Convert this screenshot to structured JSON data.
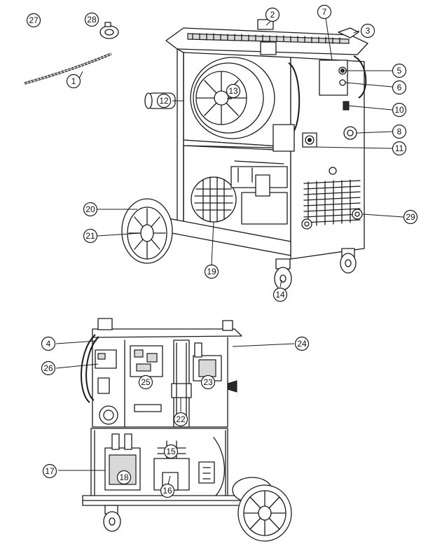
{
  "callouts": {
    "c1": "1",
    "c2": "2",
    "c3": "3",
    "c4": "4",
    "c5": "5",
    "c6": "6",
    "c7": "7",
    "c8": "8",
    "c10": "10",
    "c11": "11",
    "c12": "12",
    "c13": "13",
    "c14": "14",
    "c15": "15",
    "c16": "16",
    "c17": "17",
    "c18": "18",
    "c19": "19",
    "c20": "20",
    "c21": "21",
    "c22": "22",
    "c23": "23",
    "c24": "24",
    "c25": "25",
    "c26": "26",
    "c27": "27",
    "c28": "28",
    "c29": "29"
  }
}
